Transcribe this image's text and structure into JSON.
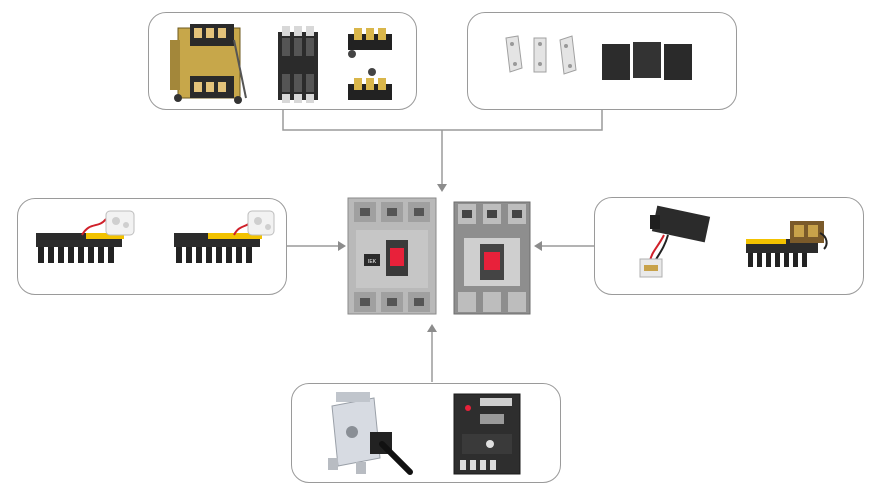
{
  "diagram": {
    "center": {
      "items": [
        "breaker-with-label",
        "breaker-plain"
      ],
      "brand_label": "IEK"
    },
    "groups": {
      "top_left": {
        "items": [
          "rotary-mechanism",
          "terminal-covers",
          "terminal-clamps"
        ]
      },
      "top_right": {
        "items": [
          "busbar-extensions",
          "phase-barriers"
        ]
      },
      "left": {
        "items": [
          "auxiliary-contact-block",
          "alarm-contact-block"
        ]
      },
      "right": {
        "items": [
          "shunt-release",
          "undervoltage-release"
        ]
      },
      "bottom": {
        "items": [
          "external-rotary-handle",
          "motor-drive"
        ]
      }
    },
    "colors": {
      "line": "#9a9a9a",
      "arrow": "#8c8c8c",
      "accent_red": "#e8213a",
      "accent_yellow": "#f2c200"
    }
  }
}
